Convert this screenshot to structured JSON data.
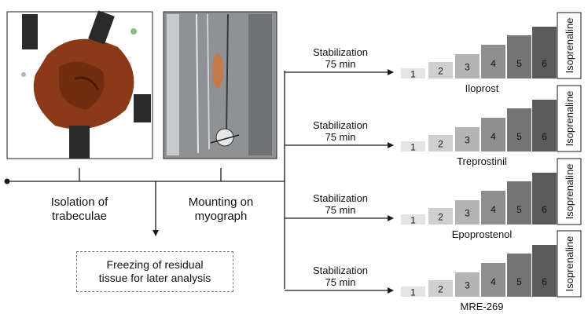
{
  "steps": {
    "isolation": [
      "Isolation of",
      "trabeculae"
    ],
    "mounting": [
      "Mounting on",
      "myograph"
    ],
    "freezing": [
      "Freezing of residual",
      "tissue for later analysis"
    ]
  },
  "stabilization": [
    "Stabilization",
    "75 min"
  ],
  "dose_steps": [
    "1",
    "2",
    "3",
    "4",
    "5",
    "6"
  ],
  "isoprenaline_label": "Isoprenaline",
  "drugs": [
    "Iloprost",
    "Treprostinil",
    "Epoprostenol",
    "MRE-269"
  ],
  "colors": {
    "line": "#1a1a1a",
    "steps": [
      "#e4e4e4",
      "#cfcfcf",
      "#b4b4b4",
      "#8e8e8e",
      "#747474",
      "#5a5a5a"
    ],
    "tissue": "#8a3a18",
    "photo_bg": "#8f9294"
  }
}
